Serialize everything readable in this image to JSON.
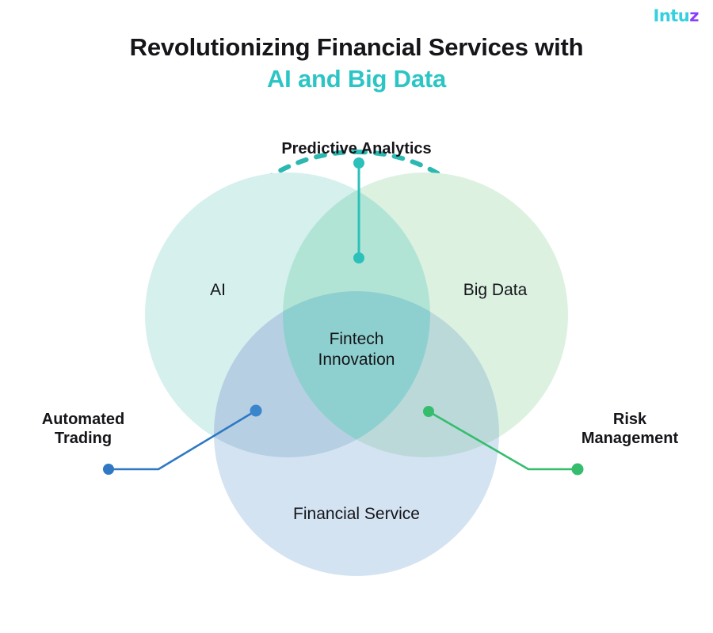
{
  "logo": {
    "part_primary": "Intu",
    "part_accent": "z",
    "primary_color": "#35d0e0",
    "accent_color": "#8a3ffc"
  },
  "title": {
    "line1": "Revolutionizing Financial Services with",
    "line2": "AI and Big Data",
    "line1_color": "#15151a",
    "line2_color": "#2cc5c5"
  },
  "diagram": {
    "type": "venn-3-circle",
    "outline_style": "dashed",
    "outline_color": "#2cb8b0",
    "circles": [
      {
        "id": "ai",
        "label": "AI",
        "fill": "#d6f0ee"
      },
      {
        "id": "big-data",
        "label": "Big Data",
        "fill": "#dcf1e0"
      },
      {
        "id": "financial-service",
        "label": "Financial Service",
        "fill": "#d3e3f2"
      }
    ],
    "intersections": [
      {
        "id": "ai-bigdata",
        "label": "",
        "fill": "#b2e4d6"
      },
      {
        "id": "center",
        "label": "Fintech Innovation",
        "fill": "#8ed0cf"
      }
    ],
    "callouts": [
      {
        "id": "predictive-analytics",
        "label": "Predictive Analytics",
        "color": "#2cc0bb",
        "position": "top",
        "target": "ai-bigdata"
      },
      {
        "id": "automated-trading",
        "label": "Automated Trading",
        "color": "#2f78c4",
        "position": "left",
        "target": "ai-financial"
      },
      {
        "id": "risk-management",
        "label": "Risk Management",
        "color": "#35bd6d",
        "position": "right",
        "target": "bigdata-financial"
      }
    ]
  },
  "labels": {
    "predictive_analytics": "Predictive Analytics",
    "ai": "AI",
    "big_data": "Big Data",
    "fintech_innovation": "Fintech\nInnovation",
    "financial_service": "Financial Service",
    "automated_trading": "Automated\nTrading",
    "risk_management": "Risk\nManagement"
  }
}
